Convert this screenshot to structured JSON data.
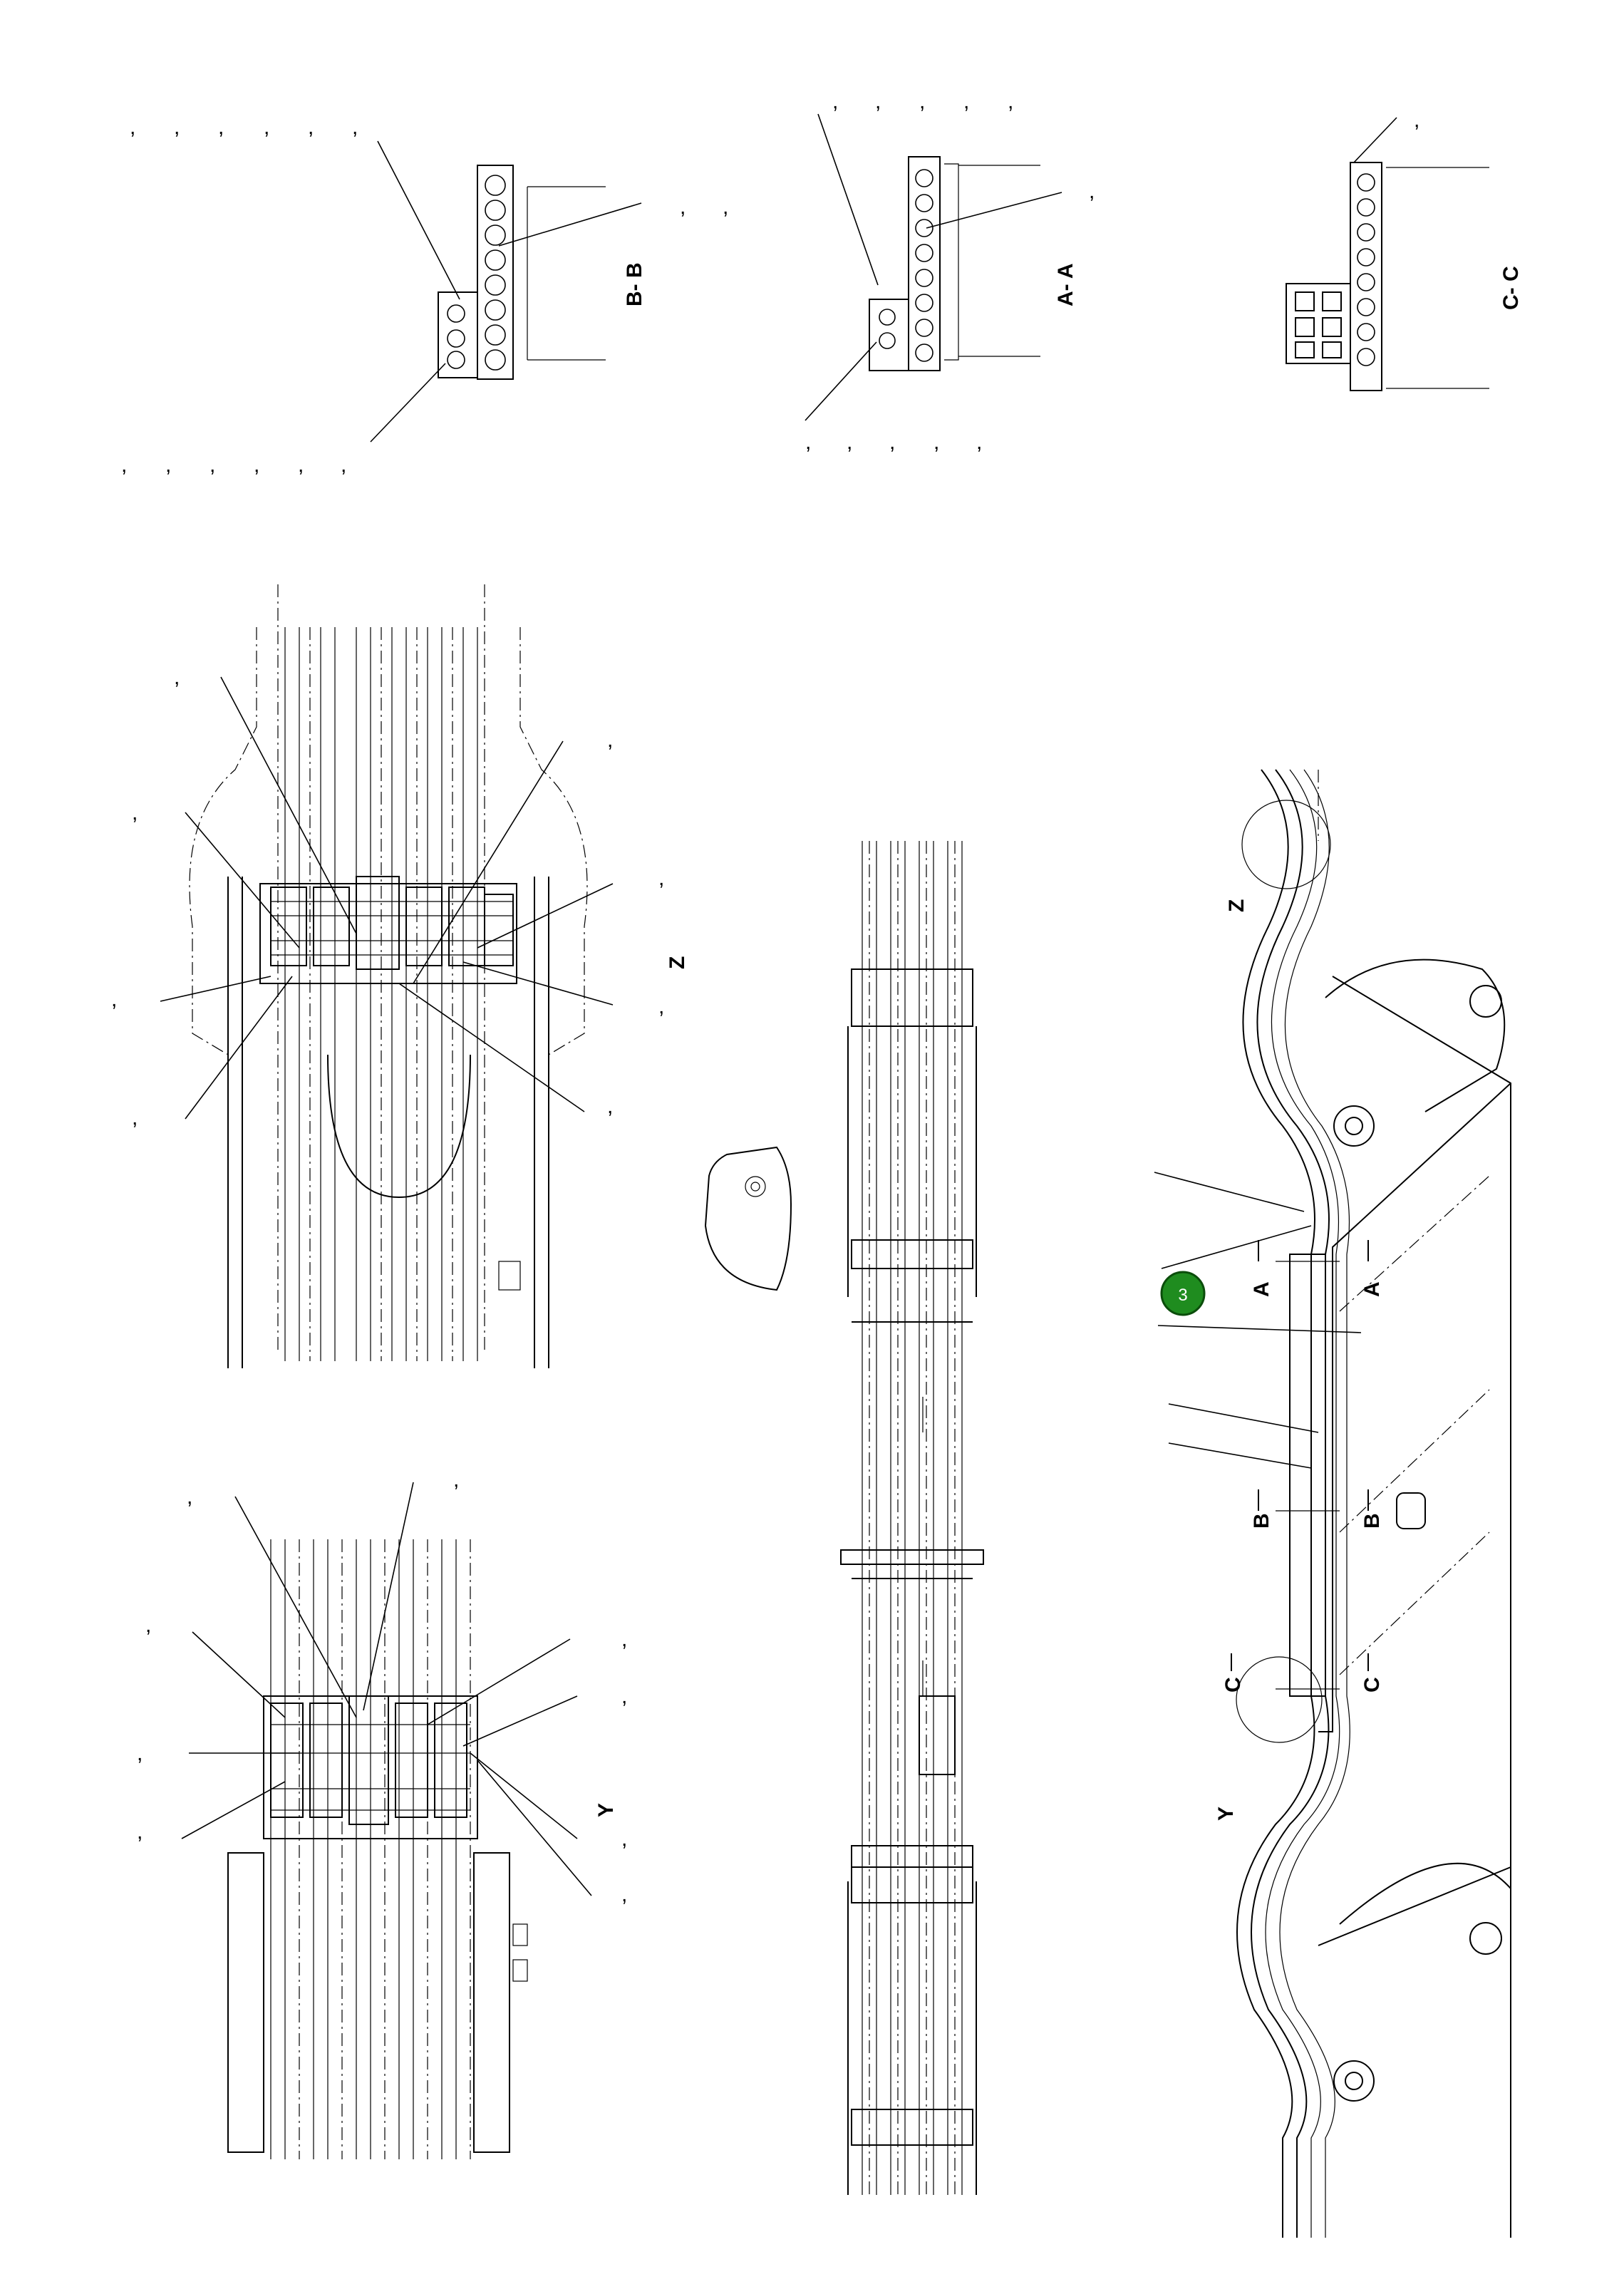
{
  "sections": {
    "bb": "B- B",
    "aa": "A- A",
    "cc": "C- C"
  },
  "views": {
    "z": "Z",
    "y": "Y"
  },
  "cut_markers": {
    "a": "A",
    "b": "B",
    "c": "C"
  },
  "badge": {
    "number": "3",
    "color": "#1f8c1f"
  },
  "callout_mark": ","
}
